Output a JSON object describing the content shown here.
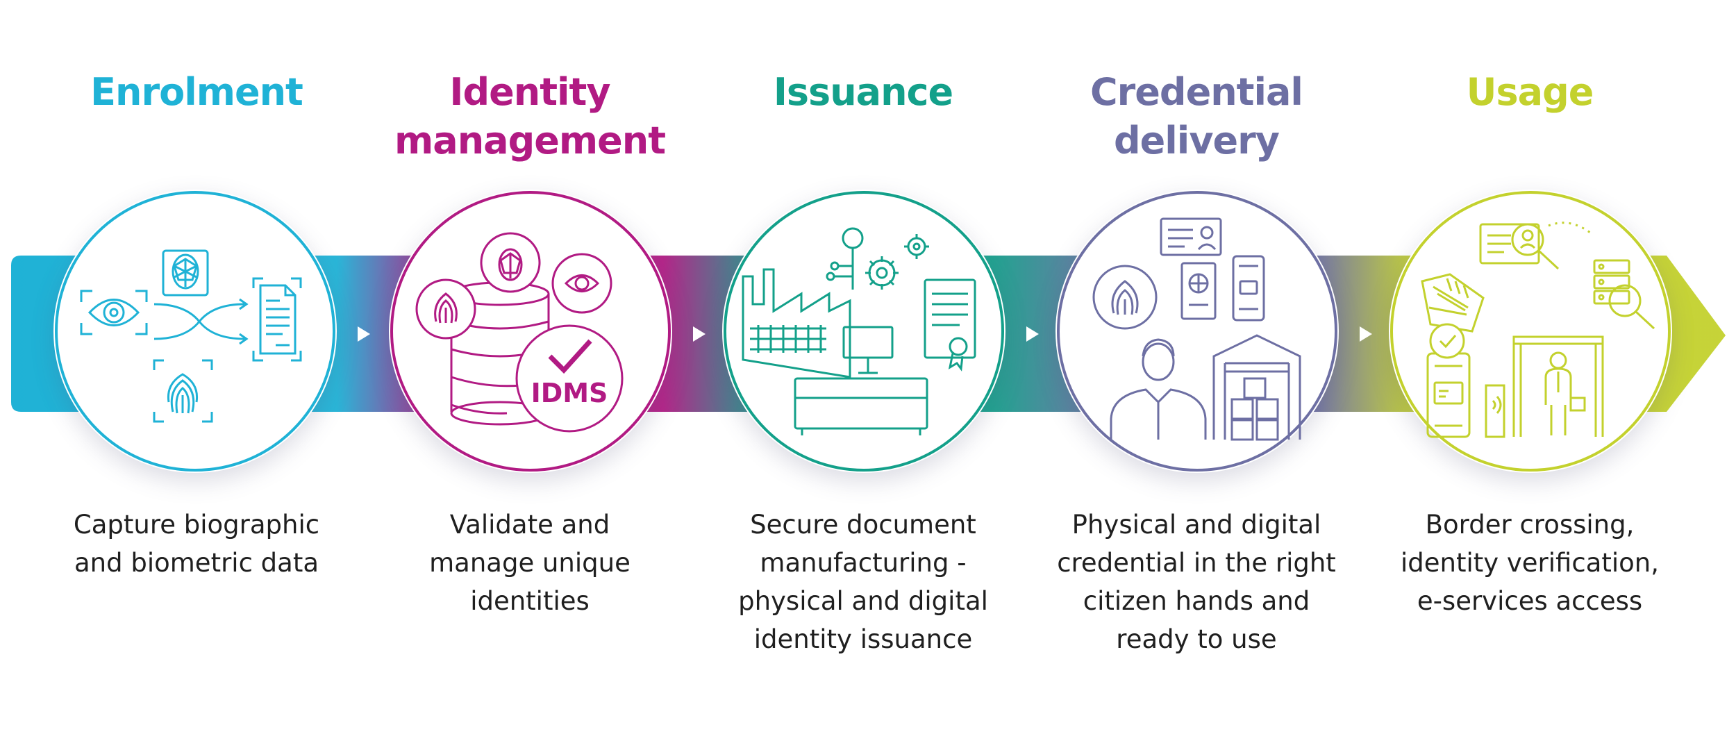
{
  "colors": {
    "enrolment": "#1fb2d6",
    "identity": "#b11a83",
    "issuance": "#13a08a",
    "delivery": "#6d6fa3",
    "usage": "#c3d12d"
  },
  "stages": [
    {
      "title_lines": [
        "Enrolment"
      ],
      "description_lines": [
        "Capture biographic",
        "and biometric data"
      ],
      "icons": [
        "face-recognition-icon",
        "eye-scan-icon",
        "fingerprint-icon",
        "document-icon"
      ]
    },
    {
      "title_lines": [
        "Identity",
        "management"
      ],
      "description_lines": [
        "Validate and",
        "manage unique",
        "identities"
      ],
      "icons": [
        "fingerprint-icon",
        "face-recognition-icon",
        "eye-scan-icon",
        "database-icon",
        "checkmark-icon"
      ],
      "badge": "IDMS"
    },
    {
      "title_lines": [
        "Issuance"
      ],
      "description_lines": [
        "Secure document",
        "manufacturing -",
        "physical and digital",
        "identity issuance"
      ],
      "icons": [
        "factory-icon",
        "gears-icon",
        "certificate-icon",
        "printer-icon"
      ]
    },
    {
      "title_lines": [
        "Credential delivery"
      ],
      "description_lines": [
        "Physical and digital",
        "credential in the right",
        "citizen hands and",
        "ready to use"
      ],
      "icons": [
        "fingerprint-icon",
        "id-card-icon",
        "passport-icon",
        "smartphone-icon",
        "citizen-icon",
        "warehouse-icon"
      ]
    },
    {
      "title_lines": [
        "Usage"
      ],
      "description_lines": [
        "Border crossing,",
        "identity verification,",
        "e-services access"
      ],
      "icons": [
        "id-card-search-icon",
        "card-reader-icon",
        "server-search-icon",
        "smartphone-check-icon",
        "border-gate-icon"
      ]
    }
  ]
}
